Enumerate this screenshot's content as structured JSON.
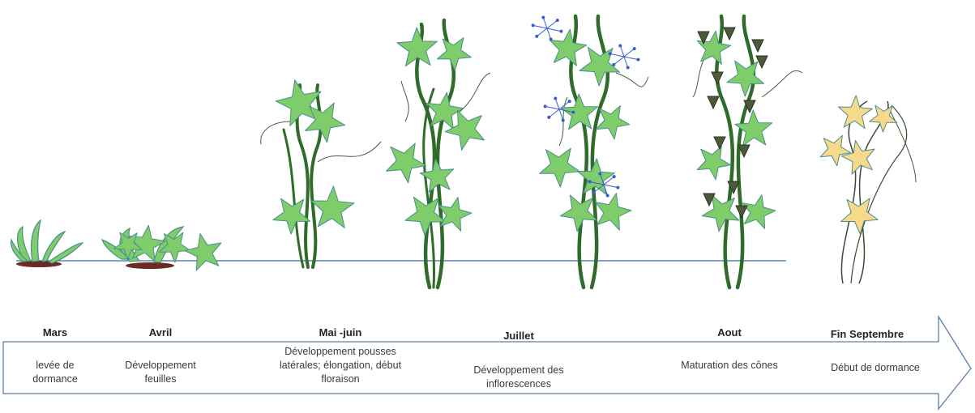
{
  "stages": [
    {
      "month": "Mars",
      "desc": "levée de\ndormance"
    },
    {
      "month": "Avril",
      "desc": "Développement\nfeuilles"
    },
    {
      "month": "Mai -juin",
      "desc": "Développement pousses\nlatérales; élongation, début\nfloraison"
    },
    {
      "month": "Juillet",
      "desc": "Développement des\ninflorescences"
    },
    {
      "month": "Aout",
      "desc": "Maturation des cônes"
    },
    {
      "month": "Fin Septembre",
      "desc": "Début de dormance"
    }
  ],
  "colors": {
    "leaf_green": "#7fcc6a",
    "stem_green": "#2f6b2a",
    "leaf_edge": "#4a8f8a",
    "dormant_leaf": "#f7d98c",
    "cone": "#4c5a3a",
    "flower_blue": "#3a5bd0",
    "soil": "#6b2a22",
    "ground_line": "#3b6aa0",
    "arrow_outline": "#5a7fa8"
  }
}
